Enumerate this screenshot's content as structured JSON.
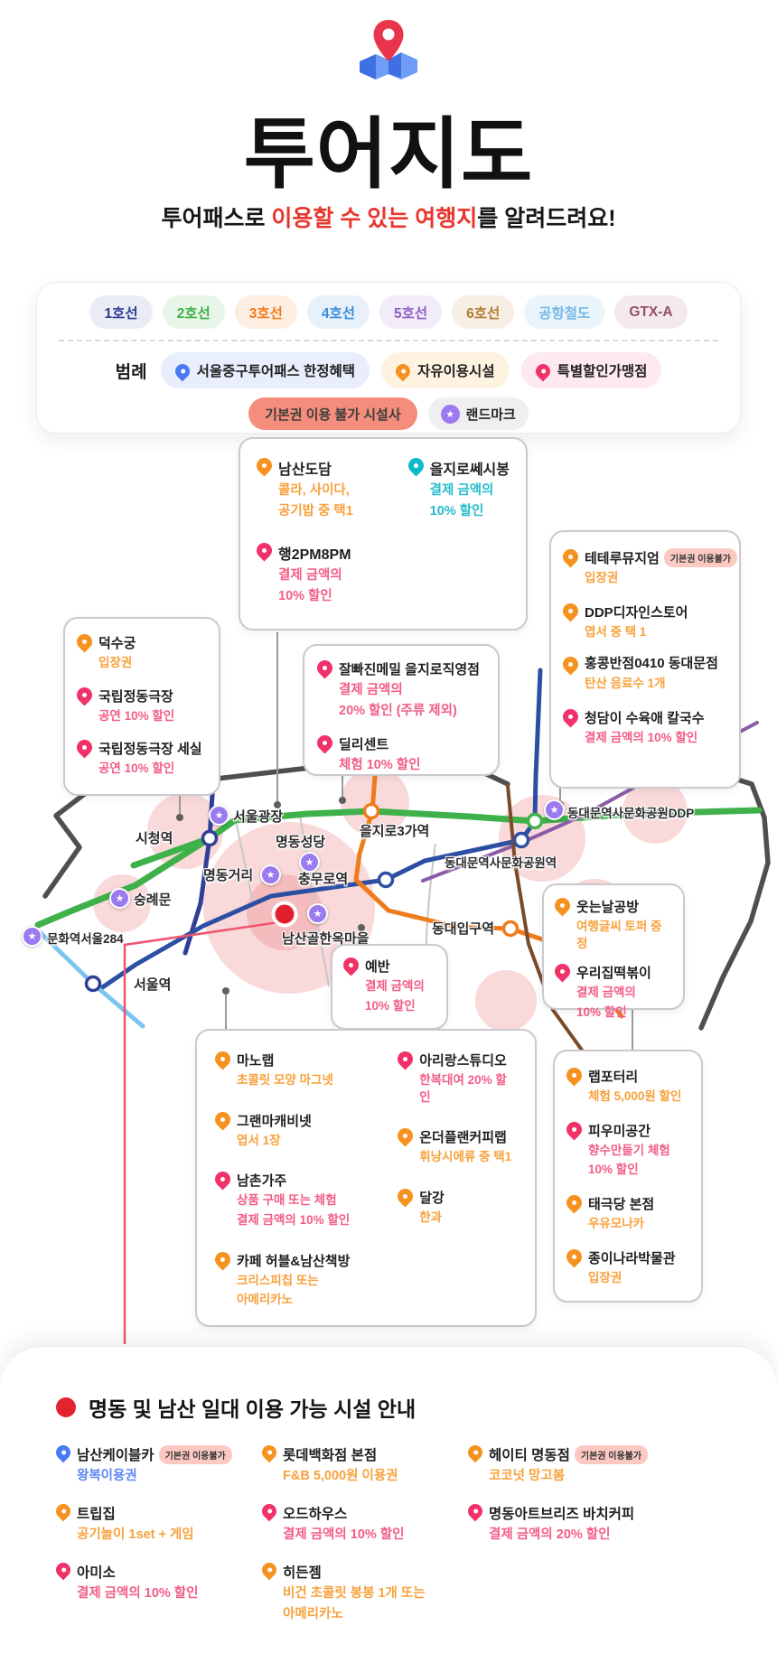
{
  "header": {
    "title": "투어지도",
    "subtitle_pre": "투어패스로 ",
    "subtitle_highlight": "이용할 수 있는 여행지",
    "subtitle_post": "를 알려드려요!"
  },
  "colors": {
    "accent_red": "#e8352e",
    "pin_orange": "#f69220",
    "pin_pink": "#f03269",
    "pin_teal": "#10b9c9",
    "pin_blue": "#4a79f6",
    "landmark_purple": "#9b7af0",
    "no_basic_bg": "#f48d7b",
    "badge_bg": "#fbc9c2"
  },
  "legend": {
    "lines": [
      {
        "label": "1호선",
        "fg": "#2e3a92",
        "bg": "#e9ecf5"
      },
      {
        "label": "2호선",
        "fg": "#3cb043",
        "bg": "#e8f6e9"
      },
      {
        "label": "3호선",
        "fg": "#ef7c1c",
        "bg": "#fdeee1"
      },
      {
        "label": "4호선",
        "fg": "#3a8ed8",
        "bg": "#e8f1fa"
      },
      {
        "label": "5호선",
        "fg": "#8d5ec2",
        "bg": "#f2ecf9"
      },
      {
        "label": "6호선",
        "fg": "#b07b35",
        "bg": "#f7efe2"
      },
      {
        "label": "공항철도",
        "fg": "#74b9e6",
        "bg": "#eaf4fb"
      },
      {
        "label": "GTX-A",
        "fg": "#94506a",
        "bg": "#f3e9ee"
      }
    ],
    "key_label": "범례",
    "categories": [
      {
        "label": "서울중구투어패스 한정혜택",
        "pin": "#4a79f6"
      },
      {
        "label": "자유이용시설",
        "pin": "#f69220"
      },
      {
        "label": "특별할인가맹점",
        "pin": "#f03269"
      }
    ],
    "no_basic_label": "기본권 이용 불가 시설사",
    "landmark_label": "랜드마크"
  },
  "badge_label": "기본권 이용불가",
  "map": {
    "stations": {
      "sichong": "시청역",
      "seoulplaza": "서울광장",
      "myeongdongcath": "명동성당",
      "euljiro3": "을지로3가역",
      "myeongdongst": "명동거리",
      "chungmuro": "충무로역",
      "ddp": "동대문역사문화공원DDP",
      "ddpstation": "동대문역사문화공원역",
      "dongdaeipgu": "동대입구역",
      "sungnyemun": "숭례문",
      "culturestation": "문화역서울284",
      "seoulstation": "서울역",
      "hanok": "남산골한옥마을"
    }
  },
  "callouts": {
    "box_a_left": [
      {
        "name": "남산도담",
        "lines": [
          "콜라, 사이다,",
          "공기밥 중 택1"
        ]
      },
      {
        "name": "행2PM8PM",
        "lines": [
          "결제 금액의",
          "10% 할인"
        ]
      }
    ],
    "box_a_right": [
      {
        "name": "을지로쎄시봉",
        "lines": [
          "결제 금액의",
          "10% 할인"
        ]
      }
    ],
    "box_b": [
      {
        "name": "잘빠진메밀 을지로직영점",
        "lines": [
          "결제 금액의",
          "20% 할인 (주류 제외)"
        ]
      },
      {
        "name": "딜리센트",
        "lines": [
          "체험 10% 할인"
        ]
      }
    ],
    "box_c": [
      {
        "name": "덕수궁",
        "lines": [
          "입장권"
        ]
      },
      {
        "name": "국립정동극장",
        "lines": [
          "공연 10% 할인"
        ]
      },
      {
        "name": "국립정동극장 세실",
        "lines": [
          "공연 10% 할인"
        ]
      }
    ],
    "box_d": [
      {
        "name": "테테루뮤지엄",
        "lines": [
          "입장권"
        ]
      },
      {
        "name": "DDP디자인스토어",
        "lines": [
          "엽서 중 택 1"
        ]
      },
      {
        "name": "홍콩반점0410 동대문점",
        "lines": [
          "탄산 음료수 1개"
        ]
      },
      {
        "name": "청담이 수육애 칼국수",
        "lines": [
          "결제 금액의 10% 할인"
        ]
      }
    ],
    "box_e": [
      {
        "name": "예반",
        "lines": [
          "결제 금액의",
          "10% 할인"
        ]
      }
    ],
    "box_f": [
      {
        "name": "웃는날공방",
        "lines": [
          "여행글씨 토퍼 증정"
        ]
      },
      {
        "name": "우리집떡볶이",
        "lines": [
          "결제 금액의",
          "10% 할인"
        ]
      }
    ],
    "box_g_left": [
      {
        "name": "마노랩",
        "lines": [
          "초콜릿 모양 마그넷"
        ]
      },
      {
        "name": "그랜마캐비넷",
        "lines": [
          "엽서 1장"
        ]
      },
      {
        "name": "남촌가주",
        "lines": [
          "상품 구매 또는 체험",
          "결제 금액의 10% 할인"
        ]
      },
      {
        "name": "카페 허블&남산책방",
        "lines": [
          "크리스피칩 또는",
          "아메리카노"
        ]
      }
    ],
    "box_g_right": [
      {
        "name": "아리랑스튜디오",
        "lines": [
          "한복대여 20% 할인"
        ]
      },
      {
        "name": "온더플랜커피랩",
        "lines": [
          "휘낭시에류 중 택1"
        ]
      },
      {
        "name": "달강",
        "lines": [
          "한과"
        ]
      }
    ],
    "box_h": [
      {
        "name": "랩포터리",
        "lines": [
          "체험 5,000원 할인"
        ]
      },
      {
        "name": "피우미공간",
        "lines": [
          "향수만들기 체험",
          "10% 할인"
        ]
      },
      {
        "name": "태극당 본점",
        "lines": [
          "우유모나카"
        ]
      },
      {
        "name": "종이나라박물관",
        "lines": [
          "입장권"
        ]
      }
    ]
  },
  "bottom": {
    "title": "명동 및 남산 일대 이용 가능 시설 안내",
    "entries": [
      {
        "name": "남산케이블카",
        "lines": [
          "왕복이용권"
        ]
      },
      {
        "name": "트립집",
        "lines": [
          "공기놀이 1set + 게임"
        ]
      },
      {
        "name": "아미소",
        "lines": [
          "결제 금액의 10% 할인"
        ]
      },
      {
        "name": "롯데백화점 본점",
        "lines": [
          "F&B 5,000원 이용권"
        ]
      },
      {
        "name": "오드하우스",
        "lines": [
          "결제 금액의 10% 할인"
        ]
      },
      {
        "name": "히든젬",
        "lines": [
          "비건 초콜릿 봉봉 1개 또는",
          "아메리카노"
        ]
      },
      {
        "name": "헤이티 명동점",
        "lines": [
          "코코넛 망고봄"
        ]
      },
      {
        "name": "명동아트브리즈 바치커피",
        "lines": [
          "결제 금액의 20% 할인"
        ]
      }
    ]
  }
}
